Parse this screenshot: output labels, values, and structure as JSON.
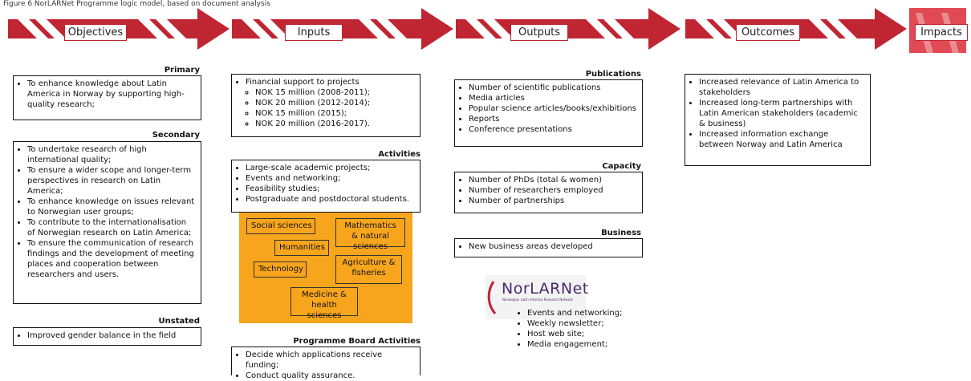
{
  "caption": "Figure 6 NorLARNet Programme logic model, based on document analysis",
  "colors": {
    "arrow": "#c02532",
    "panel": "#f7a51d",
    "logo_purple": "#4a2a6e"
  },
  "stages": {
    "objectives": "Objectives",
    "inputs": "Inputs",
    "outputs": "Outputs",
    "outcomes": "Outcomes",
    "impacts": "Impacts"
  },
  "objectives": {
    "primary": {
      "heading": "Primary",
      "items": [
        "To enhance knowledge about Latin America in Norway by supporting high-quality research;"
      ]
    },
    "secondary": {
      "heading": "Secondary",
      "items": [
        "To undertake research of high international quality;",
        "To ensure a wider scope and longer-term perspectives in research on Latin America;",
        "To enhance knowledge on issues relevant to Norwegian user groups;",
        "To contribute to the internationalisation of Norwegian research on Latin America;",
        "To ensure the communication of research findings and the development of meeting places and cooperation between researchers and users."
      ]
    },
    "unstated": {
      "heading": "Unstated",
      "items": [
        "Improved gender balance in the field"
      ]
    }
  },
  "inputs": {
    "funding": {
      "title": "Financial support to projects",
      "items": [
        "NOK 15 million (2008-2011);",
        "NOK 20 million (2012-2014);",
        "NOK 15 million (2015);",
        "NOK 20 million (2016-2017)."
      ]
    },
    "activities": {
      "heading": "Activities",
      "items": [
        "Large-scale academic projects;",
        "Events and networking;",
        "Feasibility studies;",
        "Postgraduate and postdoctoral students."
      ]
    },
    "sciences": {
      "social": "Social sciences",
      "math": "Mathematics & natural sciences",
      "humanities": "Humanities",
      "technology": "Technology",
      "agriculture": "Agriculture & fisheries",
      "medicine": "Medicine & health sciences"
    },
    "board": {
      "heading": "Programme Board Activities",
      "items": [
        "Decide which applications receive funding;",
        "Conduct quality assurance."
      ]
    }
  },
  "outputs": {
    "publications": {
      "heading": "Publications",
      "items": [
        "Number of scientific publications",
        "Media articles",
        "Popular science articles/books/exhibitions",
        "Reports",
        "Conference presentations"
      ]
    },
    "capacity": {
      "heading": "Capacity",
      "items": [
        "Number of PhDs (total & women)",
        "Number of researchers employed",
        "Number of partnerships"
      ]
    },
    "business": {
      "heading": "Business",
      "items": [
        "New business areas developed"
      ]
    },
    "norlarnet": {
      "logo_text": "NorLARNet",
      "logo_sub": "Norwegian Latin America Research Network",
      "items": [
        "Events and networking;",
        "Weekly newsletter;",
        "Host web site;",
        "Media engagement;"
      ]
    }
  },
  "outcomes": {
    "items": [
      "Increased relevance of Latin America to stakeholders",
      "Increased long-term partnerships with Latin American stakeholders (academic & business)",
      "Increased information exchange between Norway and Latin America"
    ]
  }
}
